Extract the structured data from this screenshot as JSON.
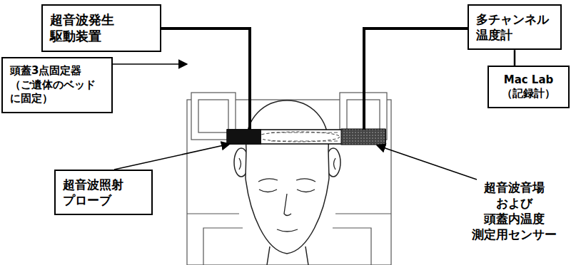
{
  "diagram": {
    "nodes": [
      {
        "text": [
          "超音波発生 駆動装置"
        ]
      },
      {
        "text": [
          "多チャンネル 温度計"
        ]
      },
      {
        "text": [
          "頭蓋3点固定器 （ご遺体のベッド に固定）"
        ]
      },
      {
        "text": [
          "Mac Lab （記録計）"
        ]
      },
      {
        "text": [
          "超音波照射 プローブ"
        ]
      }
    ],
    "edges": [
      {
        "from": 1,
        "to": 3,
        "arrow": "none"
      }
    ],
    "labels": [
      "超音波音場 および 頭蓋内温度 測定用センサー"
    ]
  }
}
